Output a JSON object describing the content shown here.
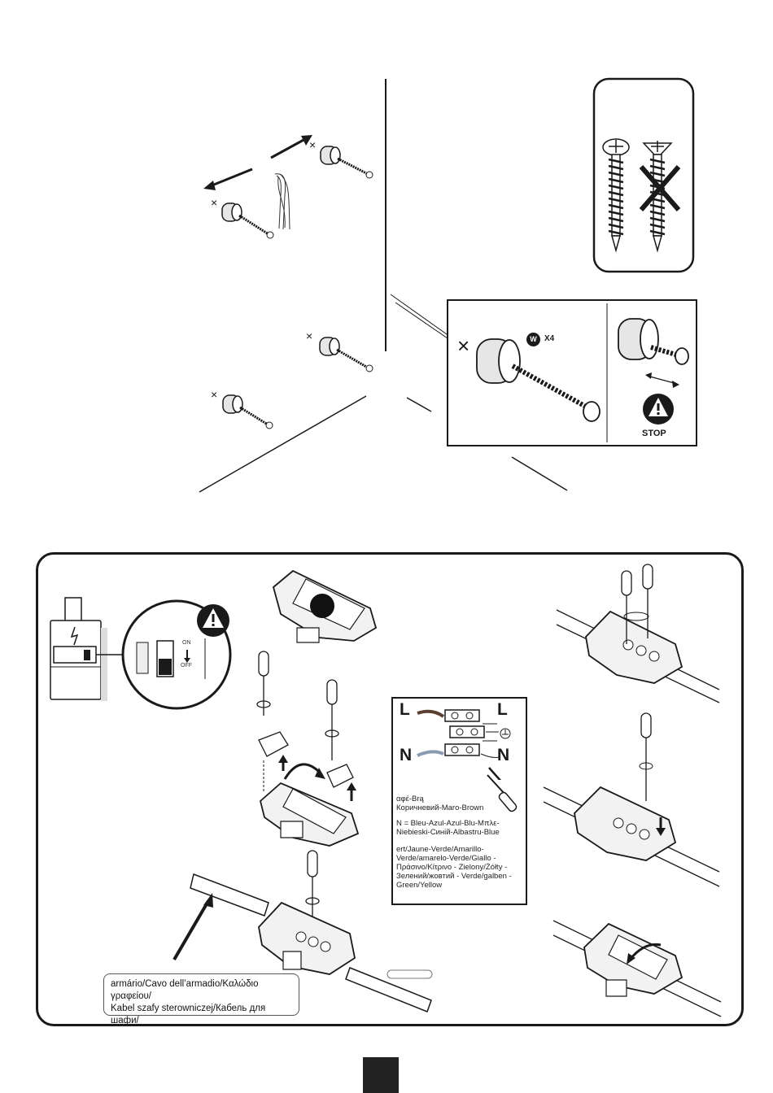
{
  "mounting": {
    "hardware_badge": "W",
    "quantity": "X4",
    "stop_label": "STOP"
  },
  "breaker": {
    "on_label": "ON",
    "off_label": "OFF"
  },
  "wiring": {
    "L_left": "L",
    "L_right": "L",
    "N_left": "N",
    "N_right": "N",
    "brown_text": "αφέ-Brą\nКоричневий-Maro-Brown",
    "blue_text": "N = Bleu-Azul-Azul-Blu-Μπλε-\nNiebieski-Синій-Albastru-Blue",
    "earth_text": "ert/Jaune-Verde/Amarillo-\nVerde/amarelo-Verde/Giallo -\nΠράσινο/Κίτρινο - Zielony/Żółty -\nЗелений/жовтий - Verde/galben -\nGreen/Yellow"
  },
  "cable_label": {
    "line1": "armário/Cavo dell’armadio/Καλώδιο γραφείου/",
    "line2": "Kabel szafy sterowniczej/Кабель для шафи/"
  },
  "colors": {
    "ink": "#1a1a1a",
    "brown_wire": "#7a5a3a",
    "blue_wire": "#7a8aa0",
    "earth_wire": "#b0b0b0"
  }
}
